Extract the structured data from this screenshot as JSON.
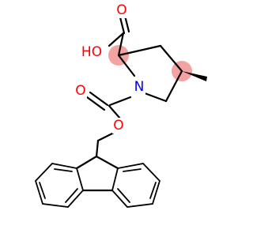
{
  "molecule": {
    "labels": {
      "hydroxyl": "HO",
      "nitrogen": "N",
      "carbonyl_oxygen_acid": "O",
      "carbonyl_oxygen_carbamate": "O",
      "ester_oxygen": "O"
    },
    "colors": {
      "oxygen": "#ff0000",
      "nitrogen": "#0000ff",
      "bond": "#000000",
      "stereo_highlight": "#f4a3a3"
    }
  }
}
